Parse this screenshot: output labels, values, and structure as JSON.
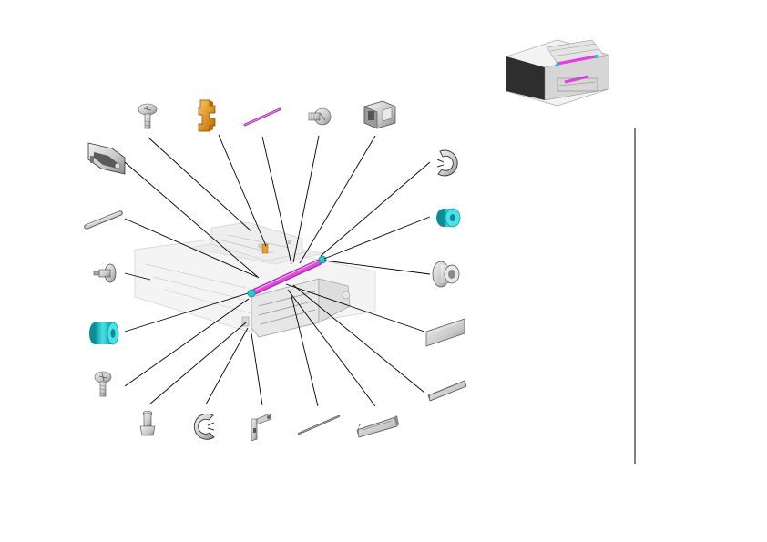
{
  "page": {
    "background": "#ffffff"
  },
  "colors": {
    "highlight_part": "#e040e0",
    "highlight_part_dark": "#9a1fa0",
    "bearing_cyan": "#19c9cf",
    "bearing_cyan_dark": "#0b8e94",
    "clip_orange": "#e89a1c",
    "clip_orange_dark": "#9a5a00",
    "hardware_gray": "#d8d8d8",
    "assembly_gray": "#c4c4c4",
    "leader_line": "#000000"
  },
  "parts": [
    {
      "id": "screw-top",
      "icon": "pan-head-screw-icon"
    },
    {
      "id": "sensor-clip",
      "icon": "clip-bracket-icon"
    },
    {
      "id": "shaft-pin",
      "icon": "thin-shaft-icon"
    },
    {
      "id": "shouldered-screw",
      "icon": "shoulder-screw-icon"
    },
    {
      "id": "holder-block",
      "icon": "holder-block-icon"
    },
    {
      "id": "side-bracket",
      "icon": "side-bracket-icon"
    },
    {
      "id": "e-ring-right",
      "icon": "e-ring-icon"
    },
    {
      "id": "rod",
      "icon": "rod-icon"
    },
    {
      "id": "bushing-cyan-right",
      "icon": "bushing-icon"
    },
    {
      "id": "step-pin",
      "icon": "step-pin-icon"
    },
    {
      "id": "flanged-bushing",
      "icon": "flanged-bushing-icon"
    },
    {
      "id": "roller-cyan-left",
      "icon": "roller-icon"
    },
    {
      "id": "plate-strip",
      "icon": "plate-strip-icon"
    },
    {
      "id": "screw-left",
      "icon": "pan-head-screw-icon"
    },
    {
      "id": "channel-right",
      "icon": "channel-icon"
    },
    {
      "id": "post",
      "icon": "post-icon"
    },
    {
      "id": "e-ring-bottom",
      "icon": "e-ring-icon"
    },
    {
      "id": "lever",
      "icon": "lever-icon"
    },
    {
      "id": "wire-shaft",
      "icon": "wire-shaft-icon"
    },
    {
      "id": "guide-rail",
      "icon": "guide-rail-icon"
    }
  ]
}
